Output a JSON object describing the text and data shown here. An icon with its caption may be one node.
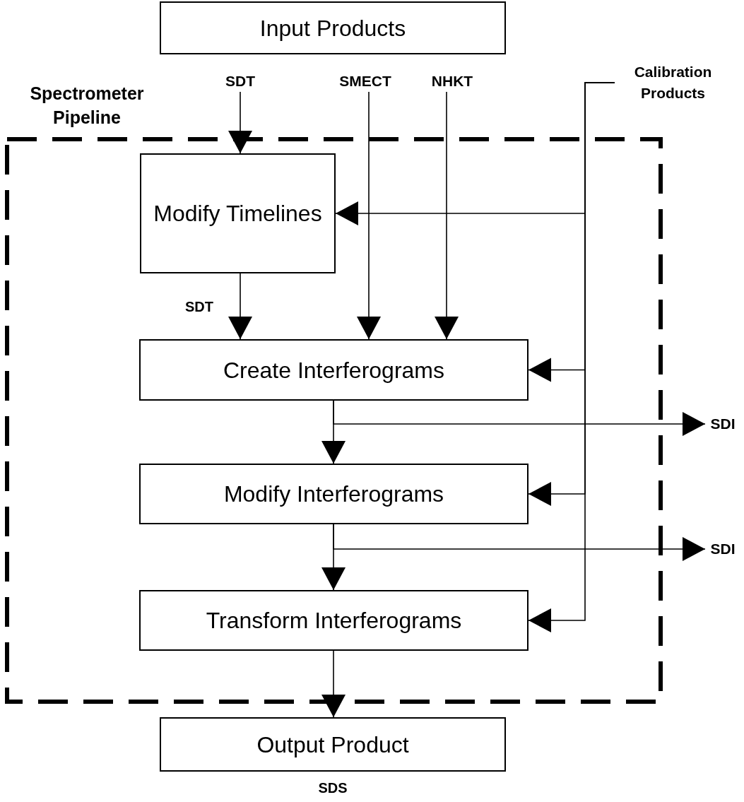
{
  "diagram": {
    "nodes": [
      {
        "text": [
          "Input Products"
        ]
      },
      {
        "text": [
          "SDT"
        ]
      },
      {
        "text": [
          "SMECT"
        ]
      },
      {
        "text": [
          "NHKT"
        ]
      },
      {
        "text": [
          "Calibration Products"
        ]
      },
      {
        "text": [
          "Spectrometer Pipeline"
        ]
      },
      {
        "text": [
          "Modify Timelines"
        ],
        "in": 5
      },
      {
        "text": [
          "Create Interferograms"
        ],
        "in": 5
      },
      {
        "text": [
          "SDI"
        ]
      },
      {
        "text": [
          "Modify Interferograms"
        ],
        "in": 5
      },
      {
        "text": [
          "SDI"
        ]
      },
      {
        "text": [
          "Transform Interferograms"
        ],
        "in": 5
      },
      {
        "text": [
          "Output Product"
        ],
        "beside": [
          "SDS"
        ]
      }
    ],
    "edges": [
      {
        "from": 1,
        "to": 6,
        "arrow": "to"
      },
      {
        "from": 2,
        "to": 7,
        "arrow": "to"
      },
      {
        "from": 3,
        "to": 7,
        "arrow": "to"
      },
      {
        "from": 4,
        "to": 6,
        "arrow": "to"
      },
      {
        "from": 4,
        "to": 7,
        "arrow": "to"
      },
      {
        "from": 4,
        "to": 9,
        "arrow": "to"
      },
      {
        "from": 4,
        "to": 11,
        "arrow": "to"
      },
      {
        "from": 6,
        "to": 7,
        "arrow": "to",
        "label": "SDT"
      },
      {
        "from": 7,
        "to": 9,
        "arrow": "to"
      },
      {
        "from": 7,
        "to": 8,
        "arrow": "to"
      },
      {
        "from": 9,
        "to": 11,
        "arrow": "to"
      },
      {
        "from": 9,
        "to": 10,
        "arrow": "to"
      },
      {
        "from": 11,
        "to": 12,
        "arrow": "to"
      }
    ]
  }
}
